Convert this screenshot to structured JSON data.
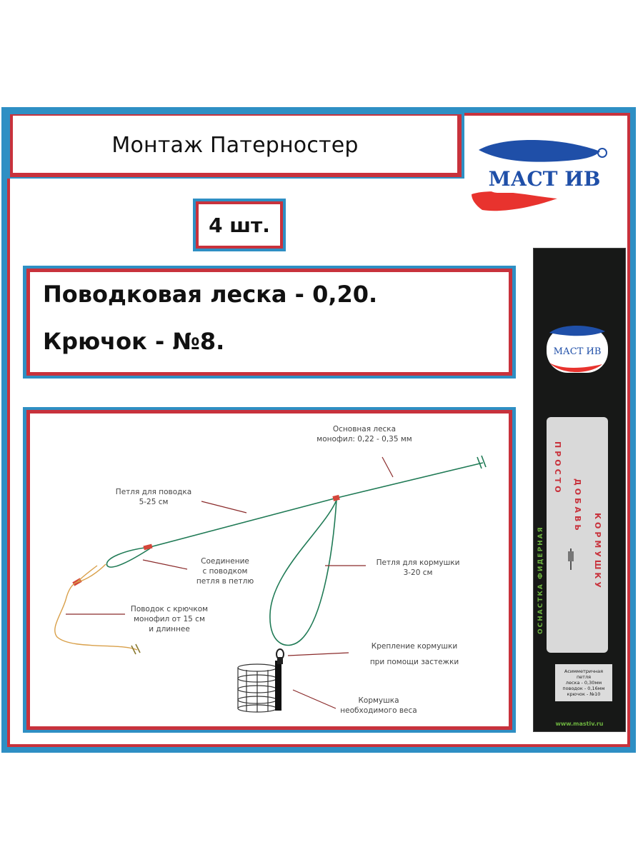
{
  "header": {
    "title": "Монтаж  Патерностер",
    "quantity": "4 шт."
  },
  "specs": {
    "line": "Поводковая леска -  0,20.",
    "hook": "Крючок -  №8."
  },
  "brand": {
    "logo_text": "МАСТ ИВ",
    "colors": {
      "blue": "#2e8fc4",
      "red": "#c8323c",
      "logo_blue": "#1f4fa8",
      "logo_red": "#e8332e"
    }
  },
  "diagram": {
    "labels": {
      "main_line_1": "Основная леска",
      "main_line_2": "монофил: 0,22 - 0,35 мм",
      "leader_loop_1": "Петля для поводка",
      "leader_loop_2": "5-25 см",
      "joint_1": "Соединение",
      "joint_2": "с поводком",
      "joint_3": "петля в петлю",
      "feeder_loop_1": "Петля для кормушки",
      "feeder_loop_2": "3-20 см",
      "leader_1": "Поводок с крючком",
      "leader_2": "монофил от 15 см",
      "leader_3": "и длиннее",
      "clip_1": "Крепление кормушки",
      "clip_2": "при помощи застежки",
      "feeder_1": "Кормушка",
      "feeder_2": "необходимого веса"
    }
  },
  "package": {
    "logo_text": "МАСТ ИВ",
    "side_text": "ОСНАСТКА ФИДЕРНАЯ",
    "slogan_1": "ПРОСТО",
    "slogan_2": "ДОБАВЬ",
    "slogan_3": "КОРМУШКУ",
    "label_lines": [
      "Асимметричная",
      "петля",
      "леска - 0,30мм",
      "поводок - 0,16мм",
      "крючок - №10"
    ],
    "website": "www.mastiv.ru"
  }
}
